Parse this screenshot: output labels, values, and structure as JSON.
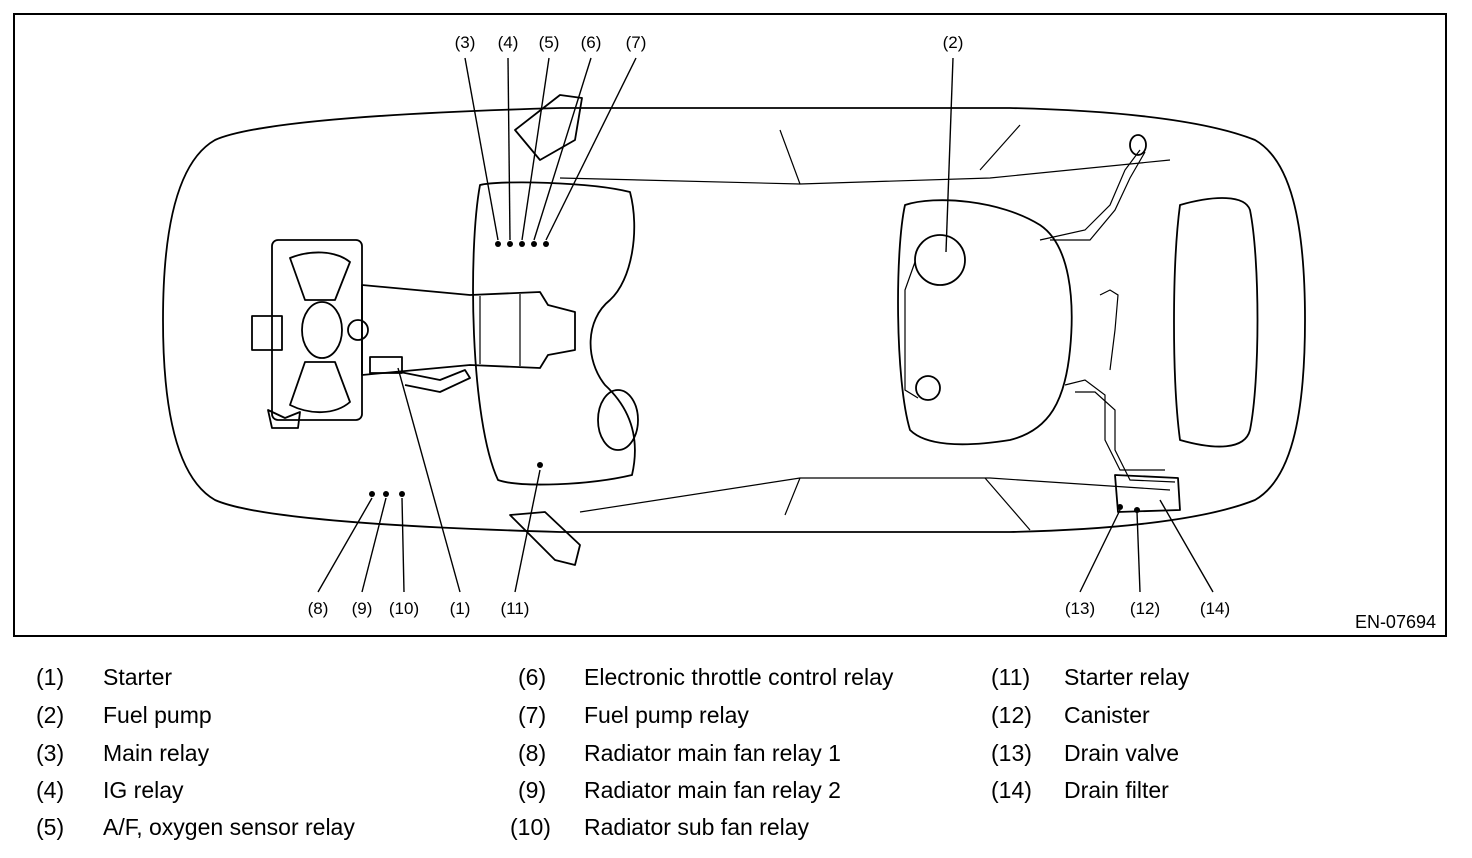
{
  "figure_id": "EN-07694",
  "callouts": {
    "c1": "(1)",
    "c2": "(2)",
    "c3": "(3)",
    "c4": "(4)",
    "c5": "(5)",
    "c6": "(6)",
    "c7": "(7)",
    "c8": "(8)",
    "c9": "(9)",
    "c10": "(10)",
    "c11": "(11)",
    "c12": "(12)",
    "c13": "(13)",
    "c14": "(14)"
  },
  "legend": [
    {
      "num": "(1)",
      "label": "Starter"
    },
    {
      "num": "(2)",
      "label": "Fuel pump"
    },
    {
      "num": "(3)",
      "label": "Main relay"
    },
    {
      "num": "(4)",
      "label": "IG relay"
    },
    {
      "num": "(5)",
      "label": "A/F, oxygen sensor relay"
    },
    {
      "num": "(6)",
      "label": "Electronic throttle control relay"
    },
    {
      "num": "(7)",
      "label": "Fuel pump relay"
    },
    {
      "num": "(8)",
      "label": "Radiator main fan relay 1"
    },
    {
      "num": "(9)",
      "label": "Radiator main fan relay 2"
    },
    {
      "num": "(10)",
      "label": "Radiator sub fan relay"
    },
    {
      "num": "(11)",
      "label": "Starter relay"
    },
    {
      "num": "(12)",
      "label": "Canister"
    },
    {
      "num": "(13)",
      "label": "Drain valve"
    },
    {
      "num": "(14)",
      "label": "Drain filter"
    }
  ]
}
